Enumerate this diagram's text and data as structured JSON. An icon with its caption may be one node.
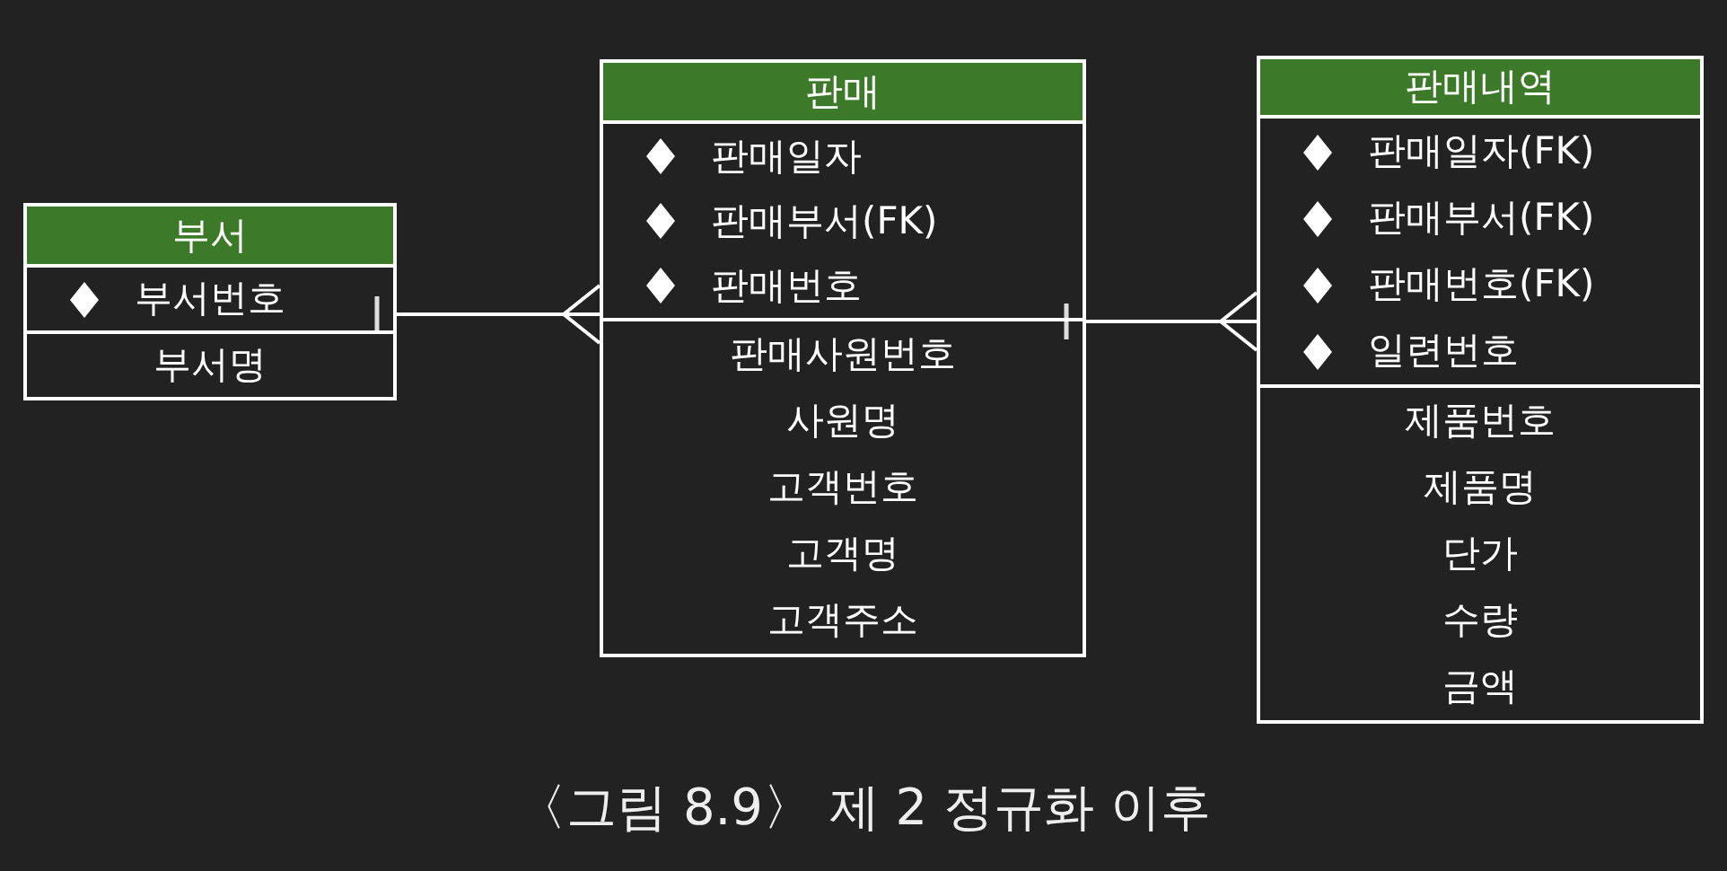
{
  "diagram": {
    "caption": "〈그림 8.9〉 제 2 정규화 이후",
    "nodes": [
      {
        "text": [
          "부서"
        ]
      },
      {
        "text": [
          "부서번호"
        ],
        "in": 0
      },
      {
        "text": [
          "부서명"
        ],
        "in": 0
      },
      {
        "text": [
          "판매"
        ]
      },
      {
        "text": [
          "판매일자",
          "판매부서(FK)",
          "판매번호"
        ],
        "in": 3
      },
      {
        "text": [
          "판매사원번호",
          "사원명",
          "고객번호",
          "고객명",
          "고객주소"
        ],
        "in": 3
      },
      {
        "text": [
          "판매내역"
        ]
      },
      {
        "text": [
          "판매일자(FK)",
          "판매부서(FK)",
          "판매번호(FK)",
          "일련번호"
        ],
        "in": 6
      },
      {
        "text": [
          "제품번호",
          "제품명",
          "단가",
          "수량",
          "금액"
        ],
        "in": 6
      }
    ],
    "edges": [
      {
        "from": 0,
        "to": 3,
        "arrow": "other"
      },
      {
        "from": 3,
        "to": 6,
        "arrow": "other"
      }
    ]
  }
}
